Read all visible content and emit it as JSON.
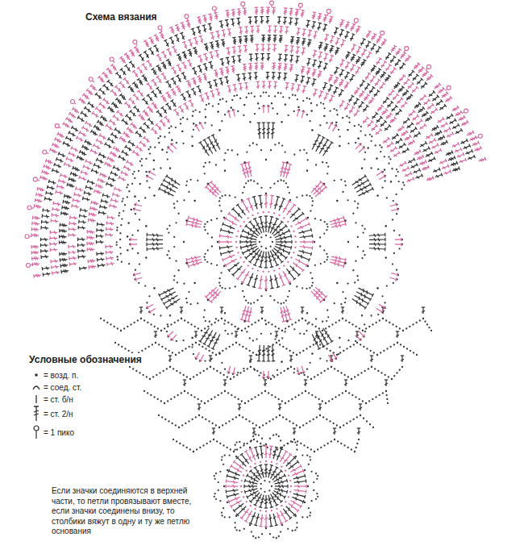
{
  "diagram": {
    "title": "Схема вязания",
    "labels": [
      "Условные обозначения",
      "Если значки соединяются в верхней части, то петли провязывают вместе, если значки соединены внизу, то столбики вяжут в одну и ту же петлю основания"
    ],
    "legend": [
      {
        "text": "= возд. п."
      },
      {
        "text": "= соед. ст."
      },
      {
        "text": "= ст. б/н"
      },
      {
        "text": "= ст. 2/н"
      },
      {
        "text": "= 1 пико"
      }
    ]
  }
}
